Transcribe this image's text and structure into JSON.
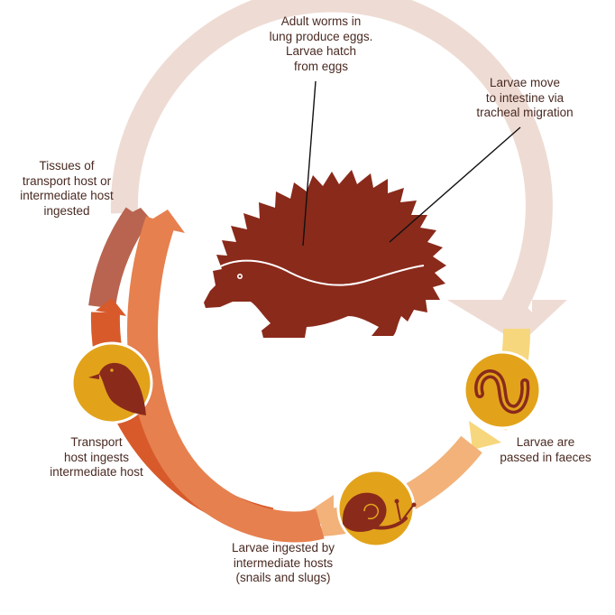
{
  "stages": {
    "eggs": "Adult worms in\nlung produce eggs.\nLarvae hatch\nfrom eggs",
    "migration": "Larvae move\nto intestine via\ntracheal migration",
    "faeces": "Larvae are\npassed in faeces",
    "snails": "Larvae ingested by\nintermediate hosts\n(snails and slugs)",
    "transport": "Transport\nhost ingests\nintermediate host",
    "ingested": "Tissues of\ntransport host or\nintermediate host\ningested"
  },
  "icons": [
    "hedgehog-icon",
    "worm-icon",
    "snail-icon",
    "bird-icon"
  ],
  "colors": {
    "host": "#8a2a1b",
    "ring_light": "#eedcd4",
    "ring_yellow": "#f7d77d",
    "ring_peach": "#f2b27a",
    "ring_orange": "#e6804f",
    "ring_dark": "#d85a2a",
    "ring_rust": "#b86450",
    "medallion": "#e2a31b"
  }
}
